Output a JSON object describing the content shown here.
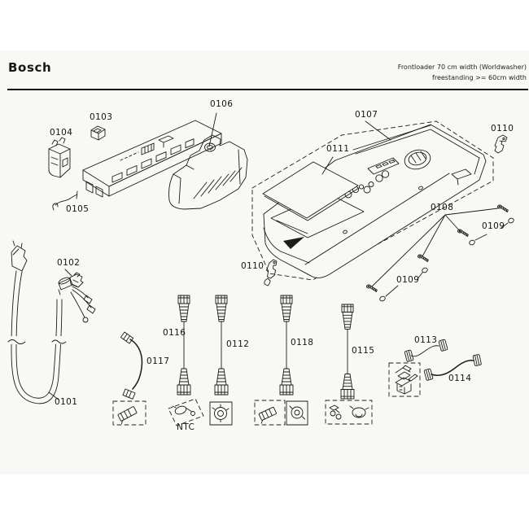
{
  "header": {
    "brand": "Bosch",
    "model_info_line1": "Frontloader 70 cm width (Worldwasher)",
    "model_info_line2": "freestanding >= 60cm width"
  },
  "callouts": {
    "c0101": {
      "label": "0101"
    },
    "c0102": {
      "label": "0102"
    },
    "c0103": {
      "label": "0103"
    },
    "c0104": {
      "label": "0104"
    },
    "c0105": {
      "label": "0105"
    },
    "c0106": {
      "label": "0106"
    },
    "c0107": {
      "label": "0107"
    },
    "c0108": {
      "label": "0108"
    },
    "c0109_upper": {
      "label": "0109"
    },
    "c0109_lower": {
      "label": "0109"
    },
    "c0110_right": {
      "label": "0110"
    },
    "c0110_left": {
      "label": "0110"
    },
    "c0111": {
      "label": "0111"
    },
    "c0112": {
      "label": "0112"
    },
    "c0113": {
      "label": "0113"
    },
    "c0114": {
      "label": "0114"
    },
    "c0115": {
      "label": "0115"
    },
    "c0116": {
      "label": "0116"
    },
    "c0117": {
      "label": "0117"
    },
    "c0118": {
      "label": "0118"
    },
    "ntc": {
      "label": "NTC"
    }
  }
}
